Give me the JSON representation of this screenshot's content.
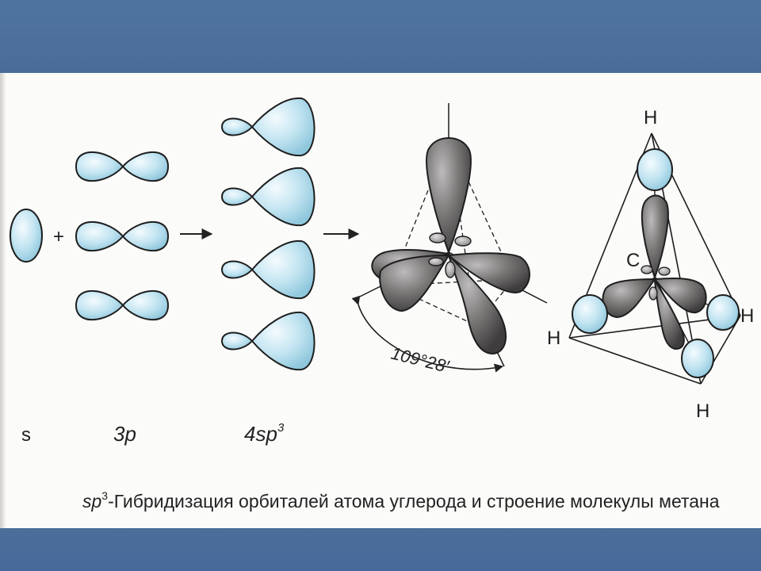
{
  "labels": {
    "s": "s",
    "p_prefix": "3",
    "p_letter": "p",
    "sp3_prefix": "4",
    "sp3_letters": "sp",
    "sp3_power": "3",
    "plus": "+",
    "angle": "109°28′",
    "atom_c": "C",
    "atom_h_top": "H",
    "atom_h_left": "H",
    "atom_h_right": "H",
    "atom_h_bottom": "H"
  },
  "caption": {
    "sp": "sp",
    "power": "3",
    "text": "-Гибридизация орбиталей атома углерода и строение молекулы метана"
  },
  "colors": {
    "band": "#4c6f9a",
    "page": "#fbfbfa",
    "orbital_light": "#bfe2ef",
    "orbital_dark": "#6a6868",
    "line": "#1e1e1e"
  }
}
